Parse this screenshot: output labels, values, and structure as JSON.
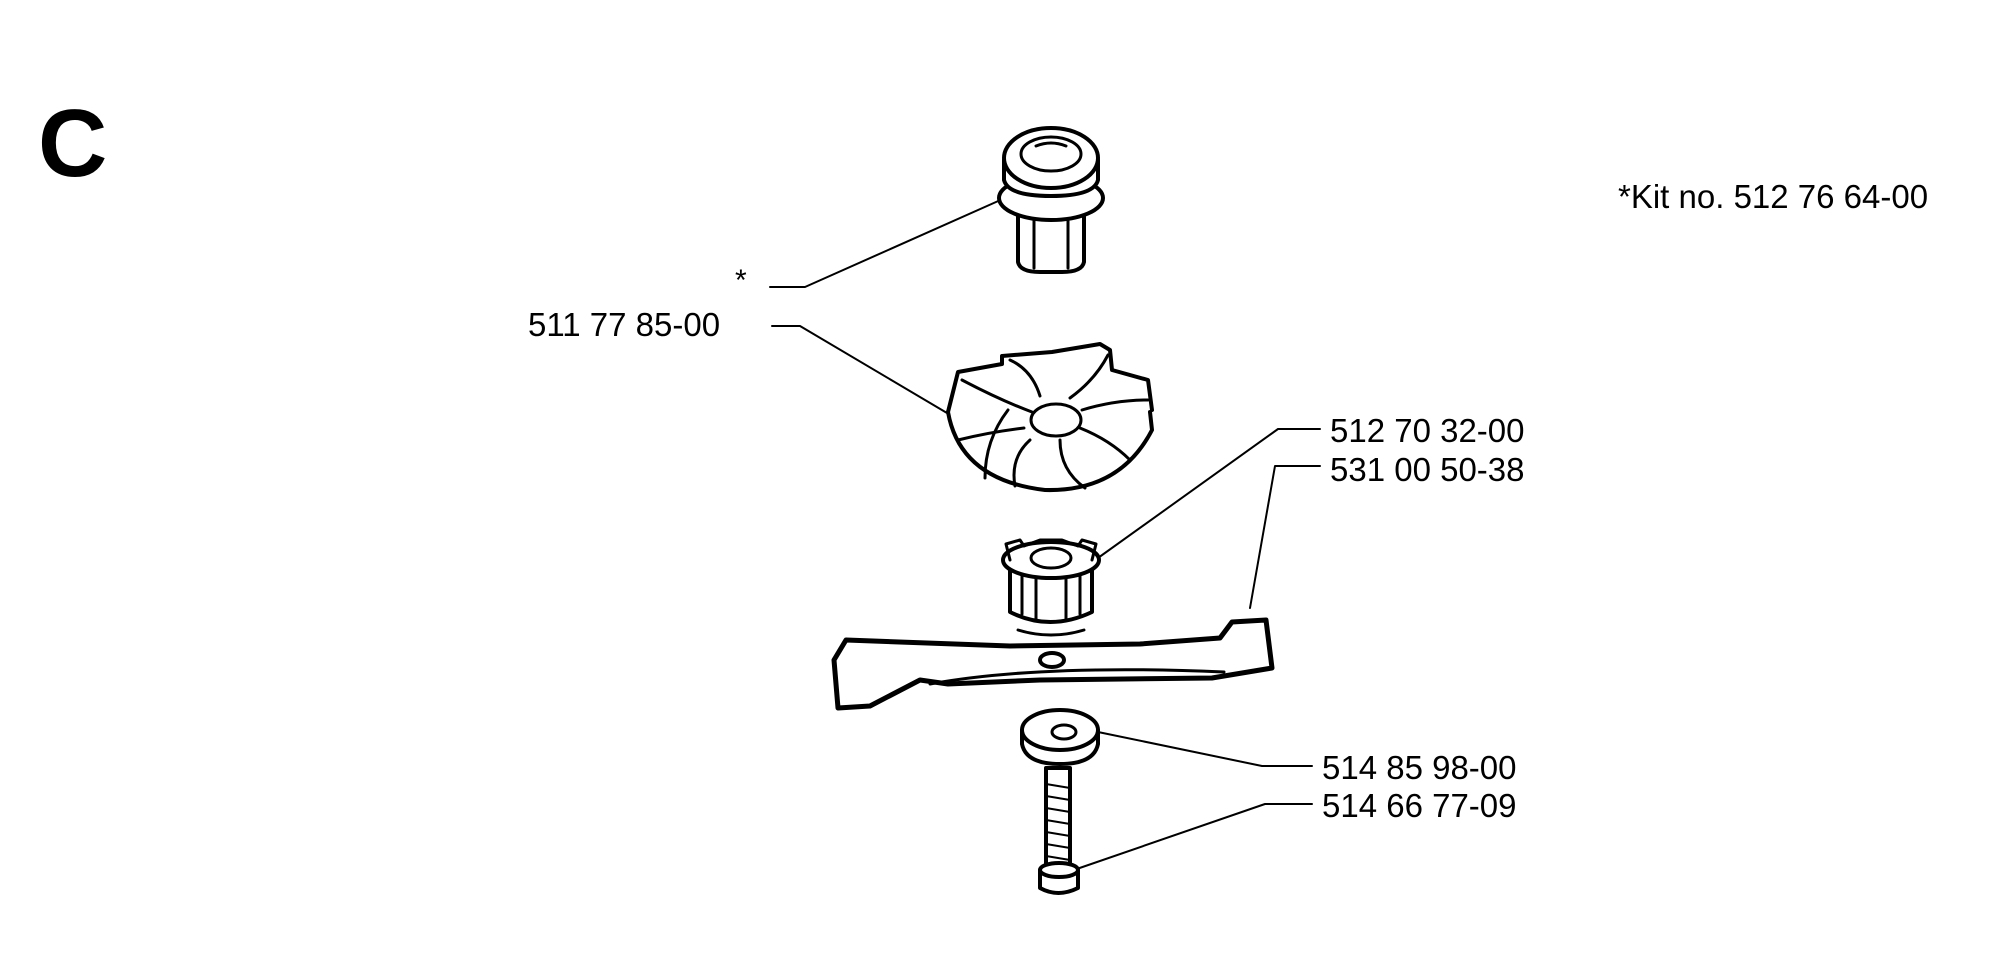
{
  "section_letter": "C",
  "kit_note": "*Kit no. 512 76 64-00",
  "callouts": {
    "star": "*",
    "fan": "511 77 85-00",
    "hub_a": "512 70 32-00",
    "blade": "531 00 50-38",
    "washer": "514 85 98-00",
    "bolt": "514 66 77-09"
  }
}
